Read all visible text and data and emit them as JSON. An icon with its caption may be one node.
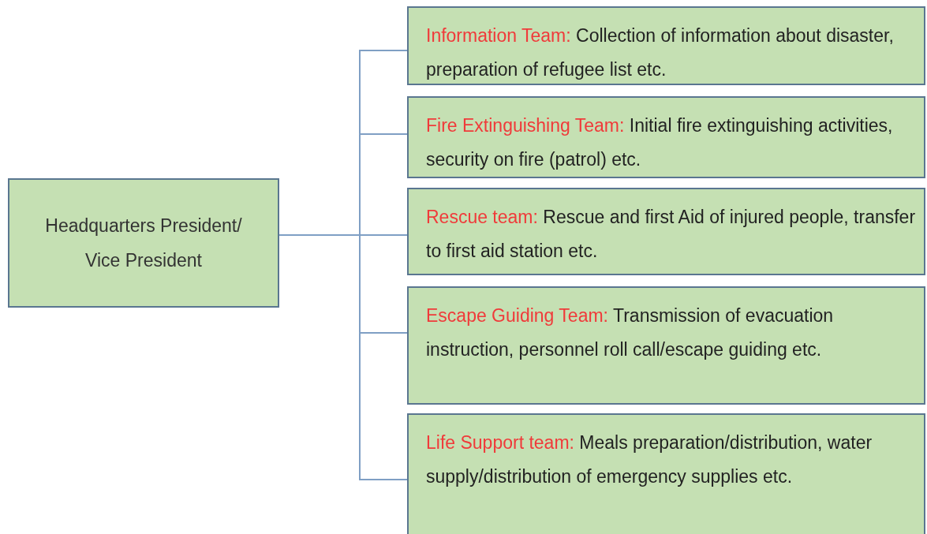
{
  "diagram": {
    "nodes": [
      {
        "text": [
          "Headquarters President/ Vice President"
        ]
      },
      {
        "text": [
          "Information Team:",
          "Collection of information about disaster, preparation of refugee list etc."
        ]
      },
      {
        "text": [
          "Fire Extinguishing Team:",
          "Initial fire extinguishing activities, security on fire (patrol) etc."
        ]
      },
      {
        "text": [
          "Rescue team:",
          "Rescue and first Aid of injured people, transfer to first aid station etc."
        ]
      },
      {
        "text": [
          "Escape Guiding Team:",
          "Transmission of evacuation instruction, personnel roll call/escape guiding etc."
        ]
      },
      {
        "text": [
          "Life Support team:",
          "Meals preparation/distribution, water supply/distribution of emergency supplies etc."
        ]
      }
    ],
    "edges": [
      {
        "from": 0,
        "to": 1,
        "arrow": "none"
      },
      {
        "from": 0,
        "to": 2,
        "arrow": "none"
      },
      {
        "from": 0,
        "to": 3,
        "arrow": "none"
      },
      {
        "from": 0,
        "to": 4,
        "arrow": "none"
      },
      {
        "from": 0,
        "to": 5,
        "arrow": "none"
      }
    ]
  }
}
